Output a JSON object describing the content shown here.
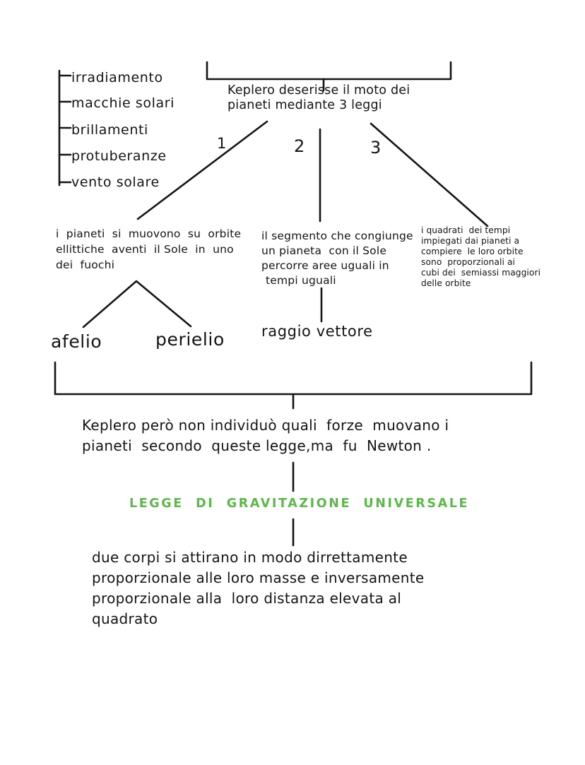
{
  "document": {
    "title": "Mappa concettuale - Leggi di Keplero e gravitazione universale",
    "language": "Italian",
    "style": "handwritten concept map",
    "ink_color": "#141414",
    "accent_color": "#5cb84a",
    "background_color": "#ffffff"
  },
  "solar_phenomena": {
    "items": [
      {
        "label": "irradiamento"
      },
      {
        "label": "macchie solari"
      },
      {
        "label": "brillamenti"
      },
      {
        "label": "protuberanze"
      },
      {
        "label": "vento solare"
      }
    ]
  },
  "header": {
    "line1": "Keplero deserisse il moto dei",
    "line2": "pianeti mediante 3 leggi"
  },
  "branches": [
    {
      "number": "1"
    },
    {
      "number": "2"
    },
    {
      "number": "3"
    }
  ],
  "laws": [
    {
      "id": "first-law",
      "number": "1",
      "line1": "i  pianeti  si  muovono  su  orbite",
      "line2": "ellittiche  aventi  il Sole  in  uno",
      "line3": "dei  fuochi",
      "children": [
        {
          "label": "afelio"
        },
        {
          "label": "perielio"
        }
      ]
    },
    {
      "id": "second-law",
      "number": "2",
      "line1": "il segmento che congiunge",
      "line2": "un pianeta  con il Sole",
      "line3": "percorre aree uguali in",
      "line4": "tempi uguali",
      "children": [
        {
          "label": "raggio vettore"
        }
      ]
    },
    {
      "id": "third-law",
      "number": "3",
      "line1": "i quadrati  dei tempi",
      "line2": "impiegati dai pianeti a",
      "line3": "compiere  le loro orbite",
      "line4": "sono  proporzionali ai",
      "line5": "cubi dei  semiassi maggiori",
      "line6": "delle orbite",
      "children": []
    }
  ],
  "conclusion": {
    "line1": "Keplero però non individuò quali  forze  muovano i",
    "line2": "pianeti  secondo  queste legge,ma  fu  Newton ."
  },
  "gravitation_title": {
    "text": "LEGGE  DI  GRAVITAZIONE  UNIVERSALE",
    "color": "#5cb84a"
  },
  "gravitation_statement": {
    "line1": "due corpi si attirano in modo dirrettamente",
    "line2": "proporzionale alle loro masse e inversamente",
    "line3": "proporzionale alla  loro distanza elevata al",
    "line4": "quadrato"
  }
}
